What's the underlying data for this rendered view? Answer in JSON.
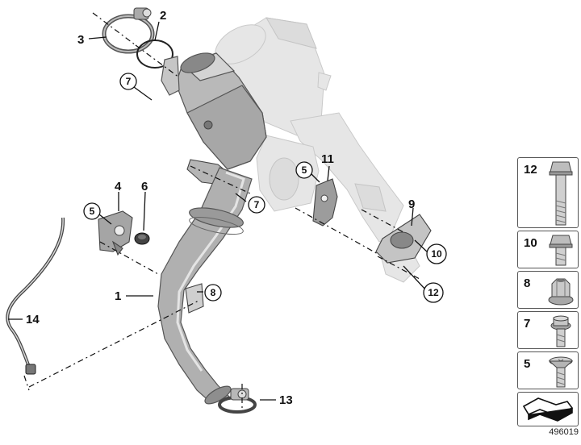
{
  "callouts": {
    "c1": "1",
    "c2": "2",
    "c3": "3",
    "c4": "4",
    "c5a": "5",
    "c5b": "5",
    "c6": "6",
    "c7a": "7",
    "c7b": "7",
    "c8": "8",
    "c9": "9",
    "c10": "10",
    "c11": "11",
    "c12": "12",
    "c13": "13",
    "c14": "14"
  },
  "legend": {
    "items": [
      {
        "number": "12",
        "icon": "long-hex-bolt-icon"
      },
      {
        "number": "10",
        "icon": "short-hex-bolt-icon"
      },
      {
        "number": "8",
        "icon": "flange-nut-icon"
      },
      {
        "number": "7",
        "icon": "torx-bolt-icon"
      },
      {
        "number": "5",
        "icon": "countersunk-screw-icon"
      }
    ],
    "last_icon": "layout-pattern-icon"
  },
  "document_number": "496019"
}
